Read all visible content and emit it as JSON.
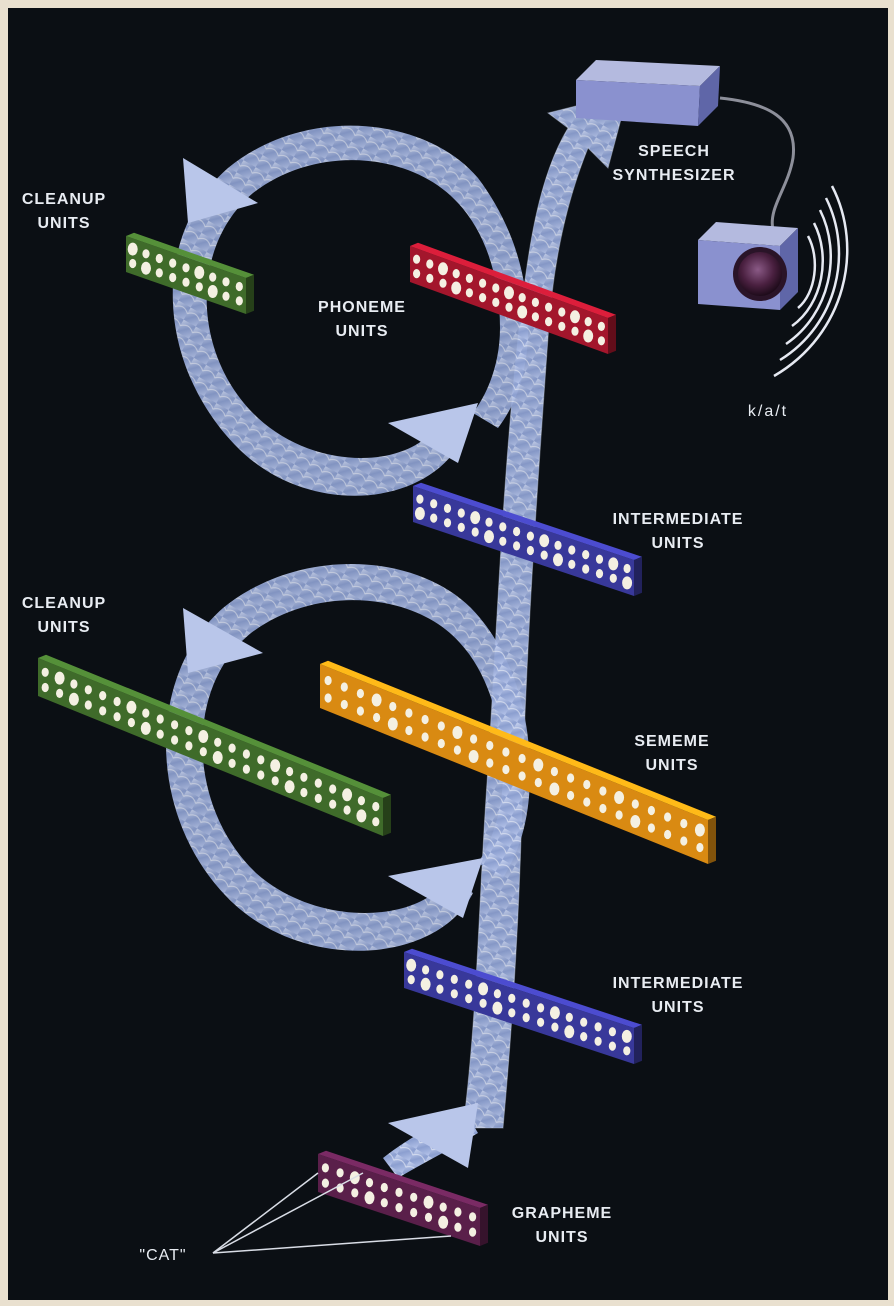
{
  "colors": {
    "background": "#0b0f14",
    "frame": "#e9e0cf",
    "arrow_fill": "#9fb0d8",
    "cleanup": "#3f6b2a",
    "phoneme": "#a3162c",
    "intermediate": "#38389a",
    "sememe": "#d98a12",
    "grapheme": "#5a1f4a",
    "dot": "#f4f0e2",
    "device": "#7f86c8"
  },
  "labels": {
    "speech_synthesizer": [
      "SPEECH",
      "SYNTHESIZER"
    ],
    "cleanup_top": [
      "CLEANUP",
      "UNITS"
    ],
    "phoneme": [
      "PHONEME",
      "UNITS"
    ],
    "output_phonemes": "k/a/t",
    "intermediate_top": [
      "INTERMEDIATE",
      "UNITS"
    ],
    "cleanup_bottom": [
      "CLEANUP",
      "UNITS"
    ],
    "sememe": [
      "SEMEME",
      "UNITS"
    ],
    "intermediate_bottom": [
      "INTERMEDIATE",
      "UNITS"
    ],
    "grapheme": [
      "GRAPHEME",
      "UNITS"
    ],
    "input_word": "\"CAT\""
  },
  "icons": {
    "synthesizer": "synthesizer-box-icon",
    "speaker": "speaker-icon",
    "sound_waves": "sound-waves-icon"
  }
}
